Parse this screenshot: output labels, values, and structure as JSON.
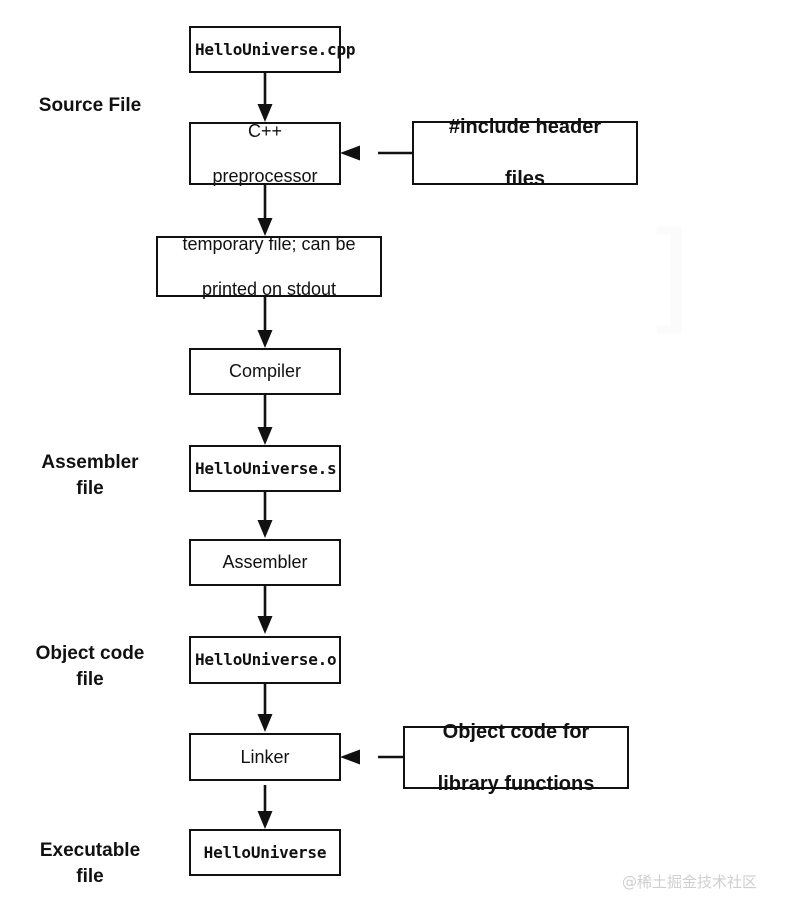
{
  "diagram": {
    "title": "C++ build pipeline: source file to executable",
    "colors": {
      "stroke": "#111111",
      "background": "#ffffff",
      "watermark": "#cfcfcf"
    },
    "stage_labels": [
      {
        "id": "source-file",
        "text": "Source File"
      },
      {
        "id": "assembler-file",
        "line1": "Assembler",
        "line2": "file"
      },
      {
        "id": "object-code-file",
        "line1": "Object code",
        "line2": "file"
      },
      {
        "id": "executable-file",
        "line1": "Executable",
        "line2": "file"
      }
    ],
    "nodes": [
      {
        "id": "source-cpp",
        "kind": "file",
        "text": "HelloUniverse.cpp"
      },
      {
        "id": "preprocessor",
        "kind": "process",
        "line1": "C++",
        "line2": "preprocessor"
      },
      {
        "id": "include-headers",
        "kind": "note",
        "line1": "#include header",
        "line2": "files"
      },
      {
        "id": "temporary-file",
        "kind": "process",
        "line1": "temporary file; can be",
        "line2": "printed on stdout"
      },
      {
        "id": "compiler",
        "kind": "process",
        "text": "Compiler"
      },
      {
        "id": "assembly-file",
        "kind": "file",
        "text": "HelloUniverse.s"
      },
      {
        "id": "assembler",
        "kind": "process",
        "text": "Assembler"
      },
      {
        "id": "object-file",
        "kind": "file",
        "text": "HelloUniverse.o"
      },
      {
        "id": "linker",
        "kind": "process",
        "text": "Linker"
      },
      {
        "id": "library-object-code",
        "kind": "note",
        "line1": "Object code for",
        "line2": "library functions"
      },
      {
        "id": "executable",
        "kind": "file",
        "text": "HelloUniverse"
      }
    ],
    "watermark": {
      "text": "@稀土掘金技术社区",
      "ghost": "]"
    }
  }
}
